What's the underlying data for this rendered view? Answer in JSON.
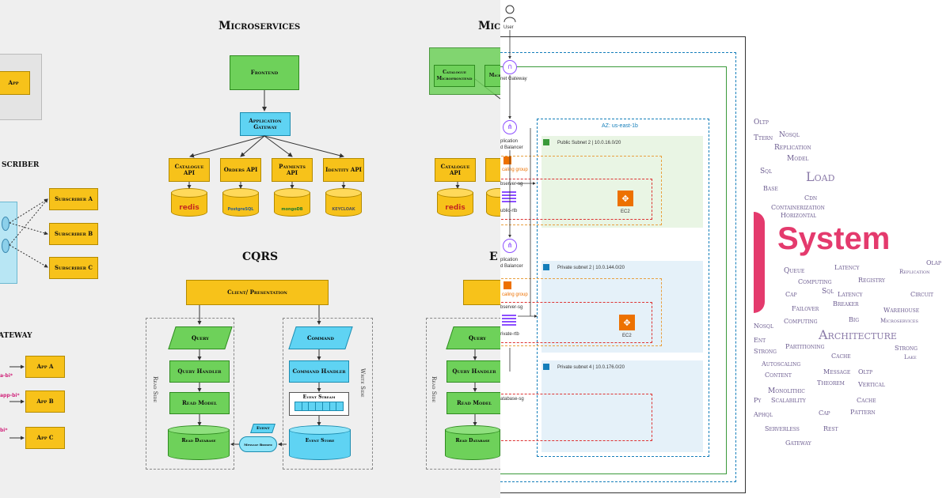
{
  "left": {
    "titles": {
      "microservices": "Microservices",
      "subscriber": "scriber",
      "cqrs": "CQRS",
      "gateway": "ateway",
      "mic": "Mic",
      "e": "E"
    },
    "top_left_box": "App",
    "microservices": {
      "frontend": "Frontend",
      "gateway": "Application Gateway",
      "apis": [
        "Catalogue API",
        "Orders API",
        "Payments API",
        "Identity API"
      ],
      "dbs": [
        "redis",
        "PostgreSQL",
        "mongoDB",
        "KEYCLOAK"
      ]
    },
    "subscribers": [
      "Subscriber A",
      "Subscriber B",
      "Subscriber C"
    ],
    "gateway_apps": [
      "App A",
      "App B",
      "App C"
    ],
    "gateway_labels": [
      "a-bi*",
      "app-bi*",
      "bi*"
    ],
    "cqrs": {
      "client": "Client/ Presentation",
      "query": "Query",
      "query_handler": "Query Handler",
      "read_model": "Read Model",
      "read_db": "Read Database",
      "command": "Command",
      "command_handler": "Command Handler",
      "event_stream": "Event Stream",
      "event_store": "Event Store",
      "event": "Event",
      "broker": "Message Broker",
      "read_side": "Read Side",
      "write_side": "Write Side"
    },
    "right_partial": {
      "catalogue_micro": "Catalogue Microfrontend",
      "micro": "Micro",
      "catalogue_api": "Catalogue API",
      "query": "Query",
      "query_handler": "Query Handler",
      "read_model": "Read Model",
      "read_db": "Read Database",
      "read_side": "Read Side"
    }
  },
  "aws": {
    "user": "User",
    "internet_gateway": "net Gateway",
    "alb1": [
      "plication",
      "d Balancer"
    ],
    "alb2": [
      "plication",
      "d Balancer"
    ],
    "az": "AZ: us-east-1b",
    "public_subnet": "Public Subnet 2 | 10.0.16.0/20",
    "private_subnet2": "Private subnet 2 | 10.0.144.0/20",
    "private_subnet4": "Private subnet 4 | 10.0.176.0/20",
    "scaling_group_1": "caling group",
    "scaling_group_2": "caling group",
    "sg1": "bserver-sg",
    "sg2": "bserver-sg",
    "rtb1": "ublic-rtb",
    "rtb2": "rivate-rtb",
    "db_sg": "atabase-sg",
    "ec2_1": "EC2",
    "ec2_2": "EC2"
  },
  "cloud": {
    "main": "System",
    "words": [
      "Oltp",
      "Ttern",
      "Nosql",
      "Replication",
      "Model",
      "Sql",
      "Load",
      "Base",
      "Cdn",
      "Containerization",
      "Horizontal",
      "Latency",
      "Olap",
      "Queue",
      "Registry",
      "Replication",
      "Computing",
      "Cap",
      "Sql",
      "Latency",
      "Circuit",
      "Failover",
      "Breaker",
      "Warehouse",
      "Computing",
      "Big",
      "Microservices",
      "Nosql",
      "Architecture",
      "Ent",
      "Strong",
      "Partitioning",
      "Strong",
      "Cache",
      "Lake",
      "Autoscaling",
      "Content",
      "Message",
      "Oltp",
      "Theorem",
      "Vertical",
      "Monolithic",
      "Scalability",
      "Cache",
      "Cap",
      "Pattern",
      "Aphql",
      "Serverless",
      "Rest",
      "Gateway",
      "Py"
    ]
  }
}
